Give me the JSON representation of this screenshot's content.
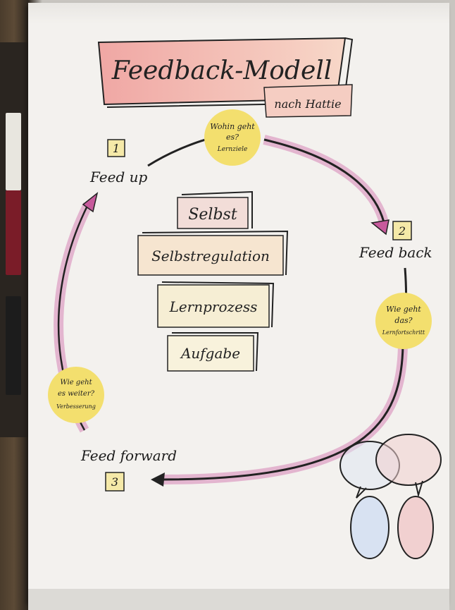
{
  "title": "Feedback-Modell",
  "subtitle": "nach Hattie",
  "stages": [
    {
      "number": "1",
      "label": "Feed up"
    },
    {
      "number": "2",
      "label": "Feed back"
    },
    {
      "number": "3",
      "label": "Feed forward"
    }
  ],
  "notes": [
    {
      "line1": "Wohin geht",
      "line2": "es?",
      "line3": "Lernziele"
    },
    {
      "line1": "Wie geht",
      "line2": "das?",
      "line3": "Lernfortschritt"
    },
    {
      "line1": "Wie geht",
      "line2": "es weiter?",
      "line3": "Verbesserung"
    }
  ],
  "levels": [
    "Selbst",
    "Selbstregulation",
    "Lernprozess",
    "Aufgabe"
  ],
  "colors": {
    "title_fill": "#eeb6a8",
    "arrow": "#c75a9c",
    "note": "#f3df6e",
    "level_box": "#f6ecd8"
  }
}
